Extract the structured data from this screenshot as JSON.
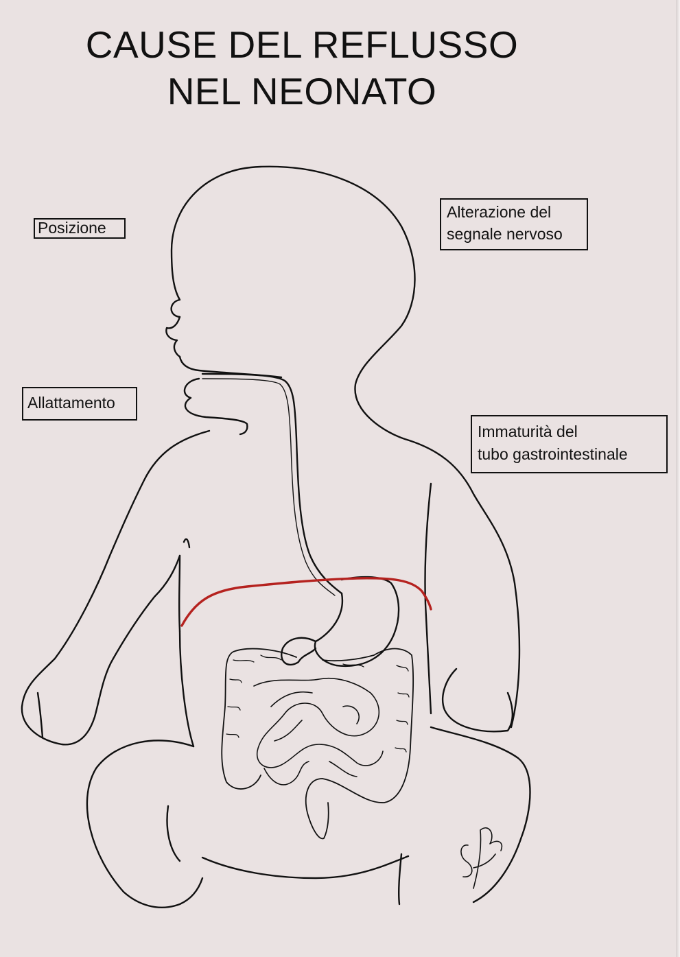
{
  "title": {
    "line1": "CAUSE DEL REFLUSSO",
    "line2": "NEL NEONATO"
  },
  "labels": {
    "posizione": "Posizione",
    "allattamento": "Allattamento",
    "alterazione_line1": "Alterazione del",
    "alterazione_line2": "segnale nervoso",
    "immaturita_line1": "Immaturità del",
    "immaturita_line2": "tubo gastrointestinale"
  },
  "colors": {
    "background": "#eae2e2",
    "line": "#111111",
    "diaphragm": "#b5221f"
  }
}
